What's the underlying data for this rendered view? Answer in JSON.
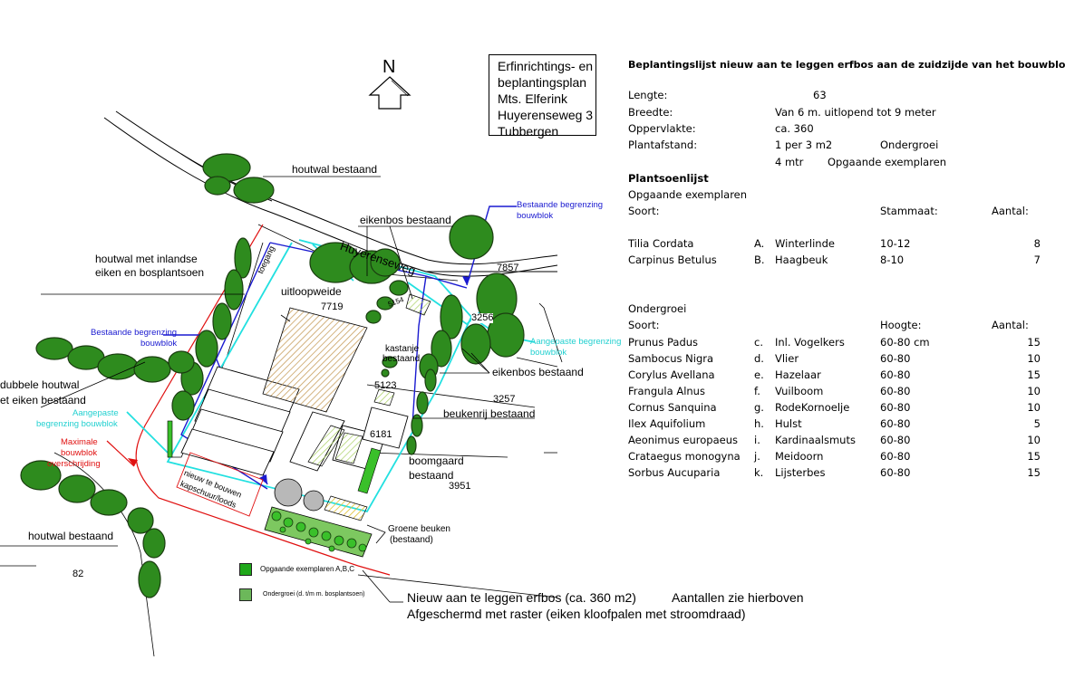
{
  "title_box": [
    "Erfinrichtings- en",
    "beplantingsplan",
    "Mts. Elferink",
    "Huyerenseweg 3",
    "Tubbergen"
  ],
  "north": "N",
  "map_labels": {
    "houtwal_top": "houtwal bestaand",
    "eikenbos_top": "eikenbos bestaand",
    "bestaande_begrenzing_right_1": "Bestaande begrenzing",
    "bestaande_begrenzing_right_2": "bouwblok",
    "houtwal_inlandse_1": "houtwal met inlandse",
    "houtwal_inlandse_2": "eiken en bosplantsoen",
    "road": "Huyerenseweg",
    "toegang": "toegang",
    "uitloopweide": "uitloopweide",
    "parcel_7719": "7719",
    "parcel_7857": "7857",
    "parcel_3256": "3256",
    "parcel_5154": "5154",
    "bestaande_begrenzing_left_1": "Bestaande begrenzing",
    "bestaande_begrenzing_left_2": "bouwblok",
    "aangepaste_right_1": "Aangepaste begrenzing",
    "aangepaste_right_2": "bouwblok",
    "kastanje_1": "kastanje",
    "kastanje_2": "bestaand",
    "parcel_5123": "5123",
    "eikenbos_right": "eikenbos bestaand",
    "parcel_3257": "3257",
    "dubbele_1": "dubbele houtwal",
    "dubbele_2": "et eiken  bestaand",
    "beukenrij": "beukenrij bestaand",
    "aangepaste_left_1": "Aangepaste",
    "aangepaste_left_2": "begrenzing bouwblok",
    "maximale_1": "Maximale",
    "maximale_2": "bouwblok",
    "maximale_3": "overschrijding",
    "parcel_6181": "6181",
    "boomgaard_1": "boomgaard",
    "boomgaard_2": "bestaand",
    "parcel_3951": "3951",
    "kapschuur_1": "nieuw te bouwen",
    "kapschuur_2": "kapschuur/loods",
    "houtwal_bottom": "houtwal bestaand",
    "groene_beuken_1": "Groene beuken",
    "groene_beuken_2": "(bestaand)",
    "parcel_82": "82"
  },
  "legend": {
    "opgaande": "Opgaande exemplaren A,B,C",
    "ondergroei": "Ondergroei (d. t/m m. bosplantsoen)"
  },
  "bottom_notes": {
    "line1": "Nieuw aan te leggen erfbos (ca. 360 m2)",
    "line1b": "Aantallen zie hierboven",
    "line2": "Afgeschermd met raster (eiken kloofpalen met stroomdraad)"
  },
  "colors": {
    "tree_green": "#2e8b1e",
    "tree_outline": "#1a3d10",
    "boundary_cyan": "#22e0e0",
    "boundary_blue": "#1a1ad0",
    "maximale_red": "#e01010",
    "hatch_brown": "#c8a060",
    "hatch_green": "#b0d870"
  },
  "planting": {
    "heading": "Beplantingslijst nieuw aan te leggen erfbos aan de zuidzijde van het bouwblok",
    "specs": [
      {
        "label": "Lengte:",
        "value": "63"
      },
      {
        "label": "Breedte:",
        "value": "Van 6 m. uitlopend tot 9 meter"
      },
      {
        "label": "Oppervlakte:",
        "value": "ca. 360"
      },
      {
        "label": "Plantafstand:",
        "value": "1 per 3  m2",
        "extra": "Ondergroei"
      },
      {
        "label": "",
        "value": "4 mtr",
        "extra": "Opgaande exemplaren"
      }
    ],
    "plantsoen_heading": "Plantsoenlijst",
    "opgaande": {
      "heading": "Opgaande exemplaren",
      "col_soort": "Soort:",
      "col_maat": "Stammaat:",
      "col_aantal": "Aantal:",
      "rows": [
        {
          "soort": "Tilia Cordata",
          "code": "A.",
          "naam": "Winterlinde",
          "maat": "10-12",
          "aantal": "8"
        },
        {
          "soort": "Carpinus Betulus",
          "code": "B.",
          "naam": "Haagbeuk",
          "maat": "8-10",
          "aantal": "7"
        }
      ]
    },
    "ondergroei": {
      "heading": "Ondergroei",
      "col_soort": "Soort:",
      "col_maat": "Hoogte:",
      "col_aantal": "Aantal:",
      "rows": [
        {
          "soort": "Prunus Padus",
          "code": "c.",
          "naam": "Inl. Vogelkers",
          "maat": "60-80 cm",
          "aantal": "15"
        },
        {
          "soort": "Sambocus Nigra",
          "code": "d.",
          "naam": "Vlier",
          "maat": "60-80",
          "aantal": "10"
        },
        {
          "soort": "Corylus Avellana",
          "code": "e.",
          "naam": "Hazelaar",
          "maat": "60-80",
          "aantal": "15"
        },
        {
          "soort": "Frangula Alnus",
          "code": "f.",
          "naam": "Vuilboom",
          "maat": "60-80",
          "aantal": "10"
        },
        {
          "soort": "Cornus Sanquina",
          "code": "g.",
          "naam": "RodeKornoelje",
          "maat": "60-80",
          "aantal": "10"
        },
        {
          "soort": "Ilex Aquifolium",
          "code": "h.",
          "naam": "Hulst",
          "maat": "60-80",
          "aantal": "5"
        },
        {
          "soort": "Aeonimus europaeus",
          "code": "i.",
          "naam": "Kardinaalsmuts",
          "maat": "60-80",
          "aantal": "10"
        },
        {
          "soort": "Crataegus monogyna",
          "code": "j.",
          "naam": "Meidoorn",
          "maat": "60-80",
          "aantal": "15"
        },
        {
          "soort": "Sorbus Aucuparia",
          "code": "k.",
          "naam": "Lijsterbes",
          "maat": "60-80",
          "aantal": "15"
        }
      ]
    }
  }
}
